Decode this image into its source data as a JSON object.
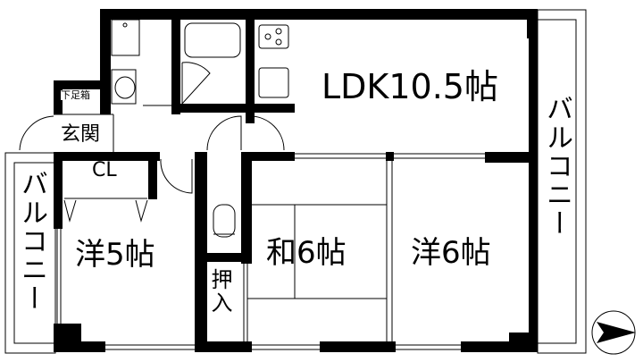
{
  "floor_plan": {
    "rooms": {
      "ldk": "LDK10.5帖",
      "western_5": "洋5帖",
      "japanese_6": "和6帖",
      "western_6": "洋6帖",
      "closet": "CL",
      "oshiire": "押入",
      "entrance": "玄関",
      "shoe_box": "下足箱",
      "balcony_right": "バルコニー",
      "balcony_left": "バルコニー"
    },
    "colors": {
      "wall": "#000000",
      "line": "#000000",
      "background": "#ffffff"
    }
  }
}
